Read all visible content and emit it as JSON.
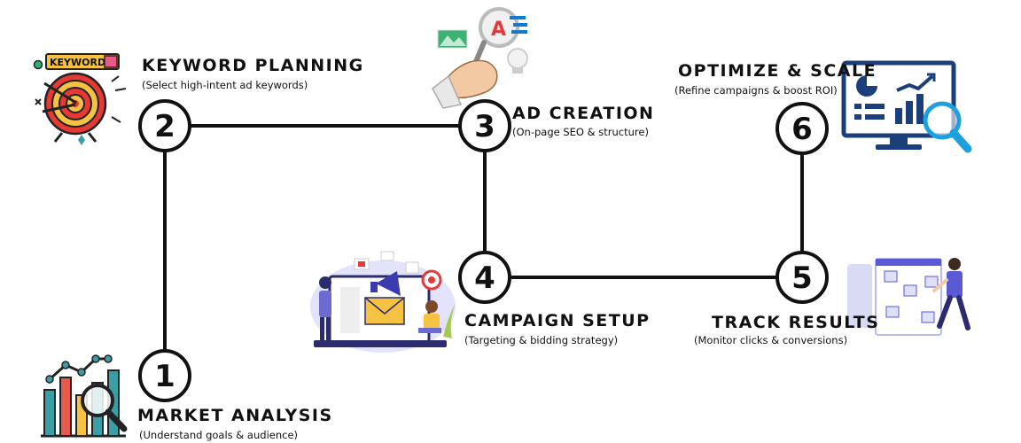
{
  "steps": [
    {
      "number": "1",
      "title": "MARKET ANALYSIS",
      "subtitle": "(Understand goals & audience)",
      "icon": "market-analysis-chart-magnifier-icon"
    },
    {
      "number": "2",
      "title": "KEYWORD PLANNING",
      "subtitle": "(Select high-intent ad keywords)",
      "icon": "keyword-target-icon"
    },
    {
      "number": "3",
      "title": "AD CREATION",
      "subtitle": "(On-page SEO & structure)",
      "icon": "hand-magnifier-content-icon"
    },
    {
      "number": "4",
      "title": "CAMPAIGN SETUP",
      "subtitle": "(Targeting & bidding strategy)",
      "icon": "campaign-megaphone-laptop-icon"
    },
    {
      "number": "5",
      "title": "TRACK RESULTS",
      "subtitle": "(Monitor clicks & conversions)",
      "icon": "tracking-dashboard-person-icon"
    },
    {
      "number": "6",
      "title": "OPTIMIZE & SCALE",
      "subtitle": "(Refine campaigns & boost ROI)",
      "icon": "monitor-analytics-magnifier-icon"
    }
  ],
  "icon_text": {
    "keyword_banner": "KEYWORD"
  },
  "colors": {
    "line": "#111111",
    "node_fill": "#ffffff",
    "text": "#111111",
    "accent_teal": "#3a9ea5",
    "accent_blue": "#1679c9",
    "accent_red": "#e23b3b",
    "accent_yellow": "#f5c242",
    "accent_purple": "#6b6bd1"
  }
}
